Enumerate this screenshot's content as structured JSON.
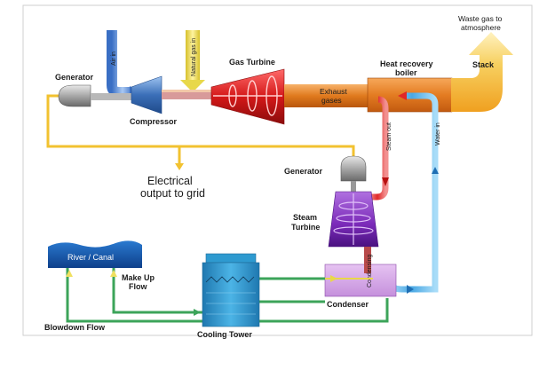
{
  "labels": {
    "generator_top": "Generator",
    "air_in": "Air in",
    "natural_gas_in": "Natural gas in",
    "gas_turbine": "Gas Turbine",
    "compressor": "Compressor",
    "exhaust_line1": "Exhaust",
    "exhaust_line2": "gases",
    "heat_recovery_line1": "Heat recovery",
    "heat_recovery_line2": "boiler",
    "waste_gas_line1": "Waste gas to",
    "waste_gas_line2": "atmosphere",
    "stack": "Stack",
    "electrical_line1": "Electrical",
    "electrical_line2": "output to grid",
    "generator_mid": "Generator",
    "steam_out": "Steam out",
    "water_in": "Water in",
    "steam_line1": "Steam",
    "steam_line2": "Turbine",
    "river_canal": "River / Canal",
    "make_up_line1": "Make Up",
    "make_up_line2": "Flow",
    "blowdown": "Blowdown Flow",
    "cooling_tower": "Cooling Tower",
    "condenser": "Condenser",
    "condensing": "Condensing"
  },
  "colors": {
    "air": "#5b8fd6",
    "gas": "#e8d84a",
    "turbine": "#e02a2a",
    "compressor": "#4a7fc0",
    "exhaust": "#e8892a",
    "stack": "#f5c030",
    "steam_turbine": "#8a3fc2",
    "condenser": "#d7a6e8",
    "cooling_tower": "#2e9ad0",
    "river": "#1a5fb4",
    "electric": "#f2c230",
    "water": "#3ca45a",
    "steam_pipe": "#e23a3a",
    "feed_pipe": "#5ab4e8"
  }
}
